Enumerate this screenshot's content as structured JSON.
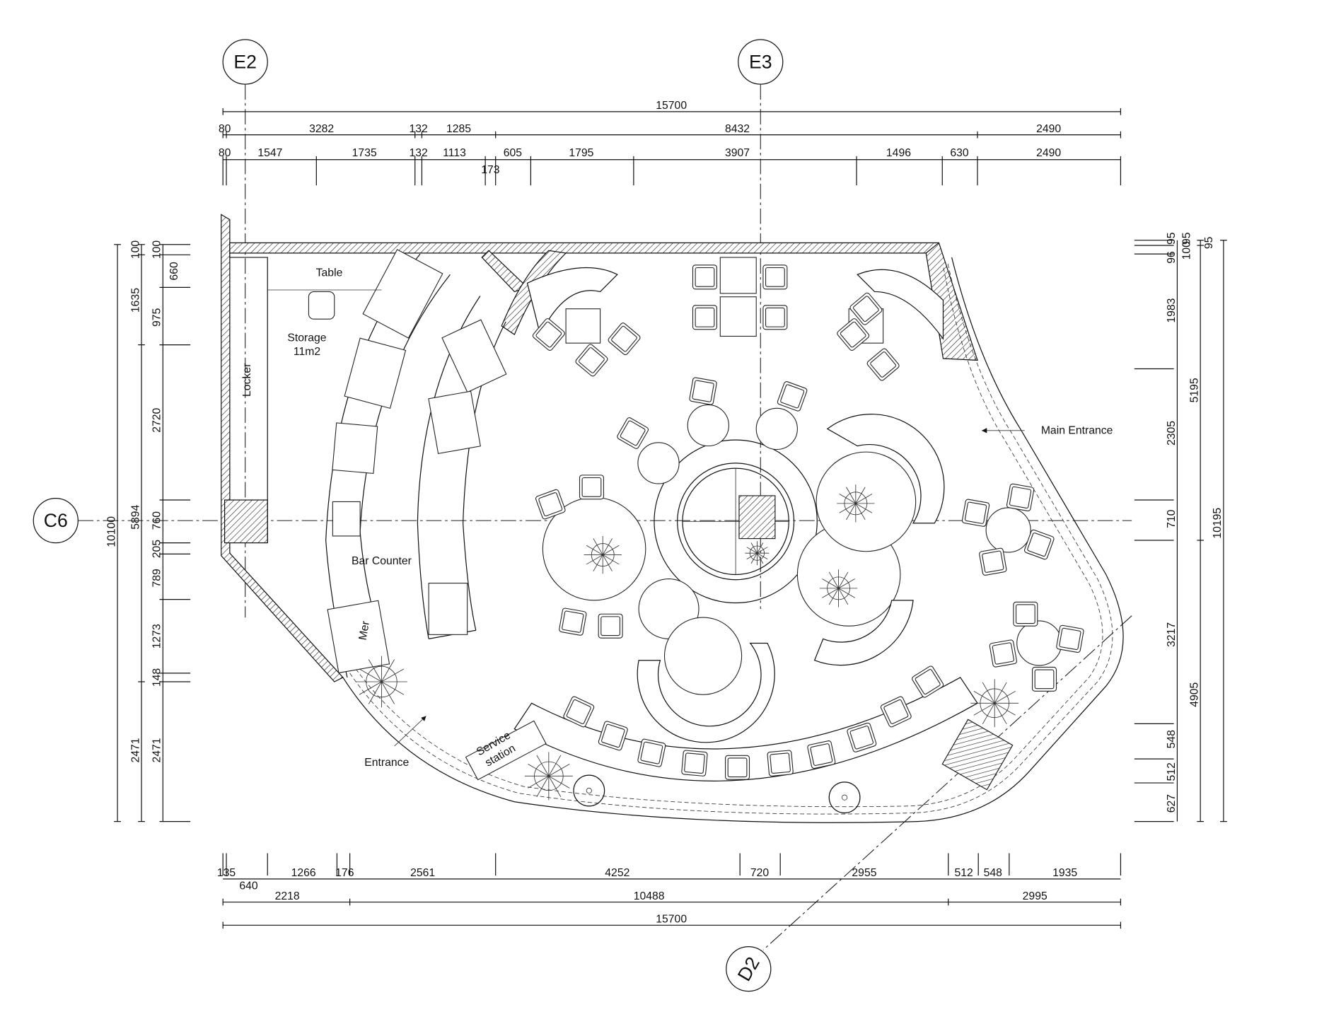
{
  "grid_bubbles": {
    "e2": "E2",
    "e3": "E3",
    "c6": "C6",
    "d2": "D2"
  },
  "room_labels": {
    "table": "Table",
    "storage": "Storage",
    "storage_area": "11m2",
    "locker": "Locker",
    "bar_counter": "Bar Counter",
    "mer": "Mer",
    "entrance": "Entrance",
    "service_line1": "Service",
    "service_line2": "station",
    "main_entrance": "Main Entrance"
  },
  "dimensions": {
    "top_overall": "15700",
    "top_row2": [
      "80",
      "3282",
      "132",
      "1285",
      "8432",
      "2490"
    ],
    "top_row3": [
      "80",
      "1547",
      "1735",
      "132",
      "1113",
      "173",
      "605",
      "1795",
      "3907",
      "1496",
      "630",
      "2490"
    ],
    "left_overall": "10100",
    "left_mid": [
      "100",
      "1635",
      "5894",
      "2471"
    ],
    "left_inner": [
      "100",
      "660",
      "975",
      "2720",
      "760",
      "205",
      "789",
      "1273",
      "148",
      "2471"
    ],
    "right_inner": [
      "95",
      "96",
      "1983",
      "2305",
      "710",
      "3217",
      "548",
      "512",
      "627"
    ],
    "right_mid": [
      "95",
      "100",
      "5195",
      "4905"
    ],
    "right_outer": [
      "95",
      "10195"
    ],
    "bottom_row1": [
      "135",
      "640",
      "1266",
      "176",
      "2561",
      "4252",
      "720",
      "2955",
      "512",
      "548",
      "1935"
    ],
    "bottom_row2": [
      "2218",
      "10488",
      "2995"
    ],
    "bottom_overall": "15700"
  }
}
